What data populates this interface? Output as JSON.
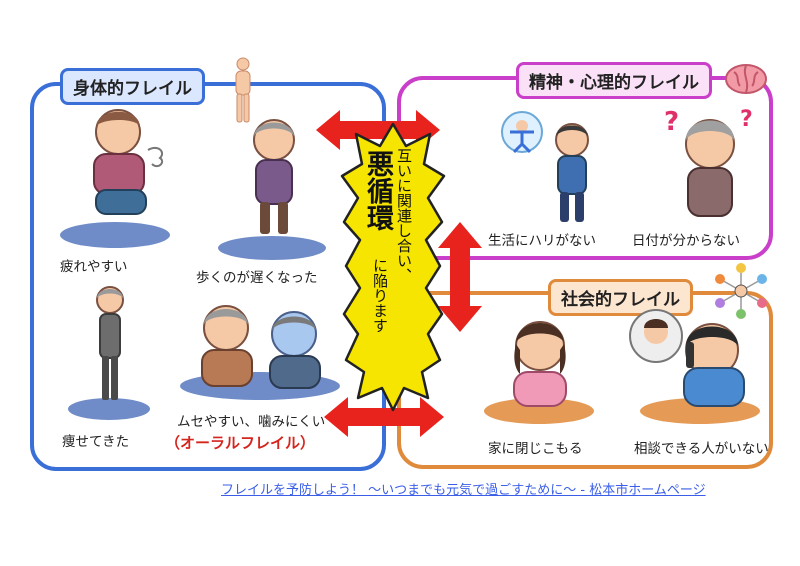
{
  "panels": {
    "physical": {
      "title": "身体的フレイル",
      "color": "#3a6fd8"
    },
    "mental": {
      "title": "精神・心理的フレイル",
      "color": "#c93fc9"
    },
    "social": {
      "title": "社会的フレイル",
      "color": "#e08a3c"
    }
  },
  "center": {
    "main": "悪循環",
    "prefix": "互いに関連し合い、",
    "suffix": "に陥ります"
  },
  "captions": {
    "tired": "疲れやすい",
    "slow_walk": "歩くのが遅くなった",
    "thin": "痩せてきた",
    "choke": "ムセやすい、噛みにくい",
    "oral": "（オーラルフレイル）",
    "no_purpose": "生活にハリがない",
    "no_date": "日付が分からない",
    "stay_home": "家に閉じこもる",
    "no_consult": "相談できる人がいない"
  },
  "source_link": "フレイルを予防しよう！ ～いつまでも元気で過ごすために～ - 松本市ホームページ",
  "colors": {
    "arrow": "#e8221c",
    "burst": "#f5e500",
    "oral": "#d4261f"
  }
}
